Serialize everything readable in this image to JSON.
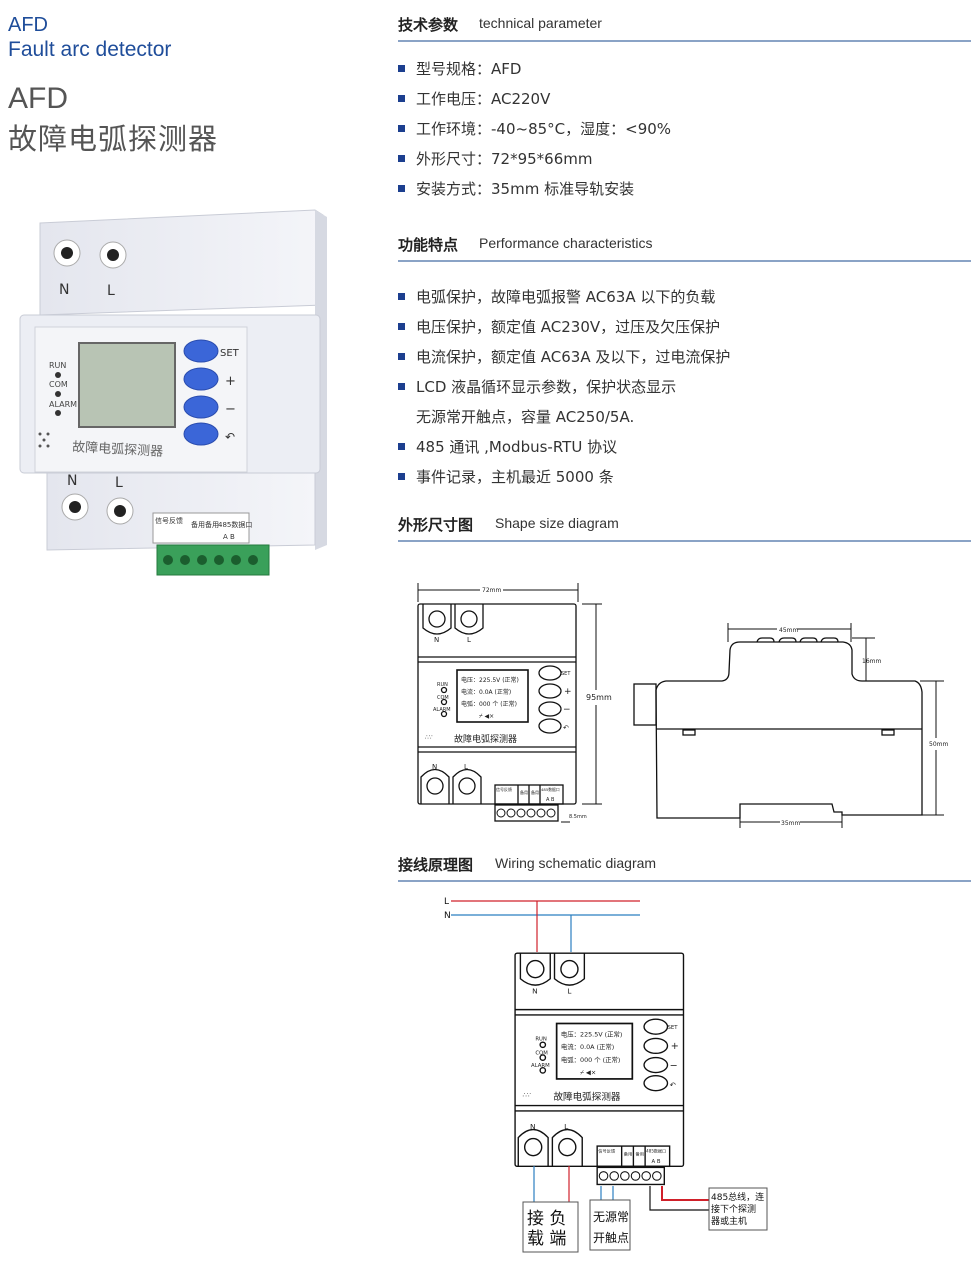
{
  "header": {
    "model_en": "AFD",
    "subtitle_en": "Fault arc detector",
    "model_big": "AFD",
    "title_cn": "故障电弧探测器"
  },
  "colors": {
    "accent": "#1f4d9a",
    "bullet": "#1c3f8f",
    "rule": "#8aa3c6",
    "live": "#d0202a",
    "neutral": "#2a7fc0"
  },
  "sections": {
    "tech": {
      "cn": "技术参数",
      "en": "technical parameter",
      "items": [
        "型号规格：AFD",
        "工作电压：AC220V",
        "工作环境：-40~85°C，湿度：<90%",
        "外形尺寸：72*95*66mm",
        "安装方式：35mm 标准导轨安装"
      ]
    },
    "perf": {
      "cn": "功能特点",
      "en": "Performance  characteristics",
      "items": [
        "电弧保护，故障电弧报警 AC63A 以下的负载",
        "电压保护，额定值 AC230V，过压及欠压保护",
        "电流保护，额定值 AC63A 及以下，过电流保护",
        "LCD 液晶循环显示参数，保护状态显示",
        "无源常开触点，容量 AC250/5A.",
        "485 通讯 ,Modbus-RTU 协议",
        "事件记录，主机最近 5000 条"
      ]
    },
    "shape": {
      "cn": "外形尺寸图",
      "en": "Shape size diagram"
    },
    "wiring": {
      "cn": "接线原理图",
      "en": "Wiring schematic diagram"
    }
  },
  "photo": {
    "terminal_top": [
      "N",
      "L"
    ],
    "terminal_bottom": [
      "N",
      "L"
    ],
    "leds": [
      "RUN",
      "COM",
      "ALARM"
    ],
    "buttons": [
      "SET",
      "+",
      "−",
      "↶"
    ],
    "label": "故障电弧探测器",
    "port_labels": [
      "信号反馈",
      "备用",
      "备用",
      "485数据口",
      "A  B"
    ]
  },
  "device": {
    "top_terminals": [
      "N",
      "L"
    ],
    "bottom_terminals": [
      "N",
      "L"
    ],
    "leds": [
      "RUN",
      "COM",
      "ALARM"
    ],
    "lcd": [
      "电压：225.5V (正常)",
      "电流：0.0A    (正常)",
      "电弧：000 个 (正常)"
    ],
    "buttons": [
      "SET",
      "+",
      "−",
      "↶"
    ],
    "label": "故障电弧探测器",
    "ports": [
      "信号反馈",
      "备用",
      "备用",
      "485数据口",
      "A B"
    ]
  },
  "dimensions": {
    "width": "72mm",
    "height": "95mm",
    "terminal": "8.5mm",
    "top_width": "45mm",
    "step": "16mm",
    "depth": "50mm",
    "rail": "35mm"
  },
  "wiring": {
    "L": "L",
    "N": "N",
    "load_box": [
      "接 负",
      "载 端"
    ],
    "contact_box": [
      "无源常",
      "开触点"
    ],
    "bus_box": [
      "485总线，连",
      "接下个探测",
      "器或主机"
    ]
  }
}
